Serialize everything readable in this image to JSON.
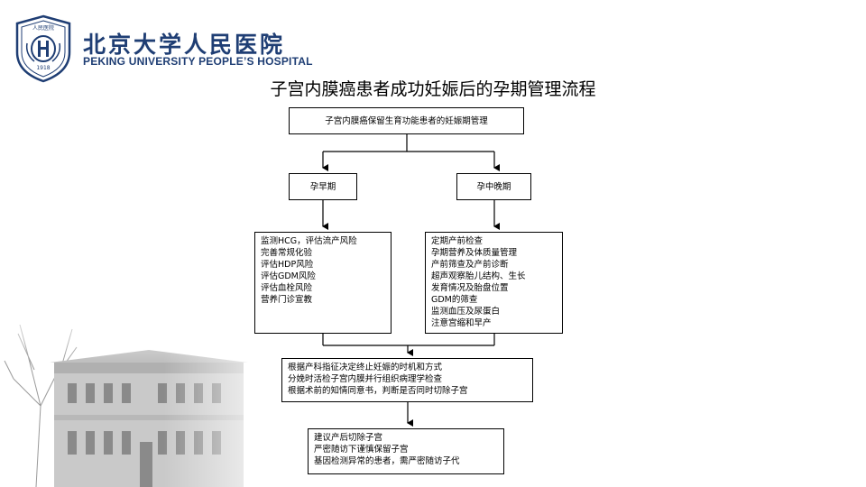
{
  "header": {
    "hospital_name_cn": "北京大学人民医院",
    "hospital_name_en": "PEKING UNIVERSITY PEOPLE’S HOSPITAL",
    "seal_top_text": "人民医院",
    "seal_year": "1918"
  },
  "title": "子宫内膜癌患者成功妊娠后的孕期管理流程",
  "flow": {
    "top": "子宫内膜癌保留生育功能患者的妊娠期管理",
    "early": {
      "label": "孕早期",
      "items": [
        "监测HCG，评估流产风险",
        "完善常规化验",
        "评估HDP风险",
        "评估GDM风险",
        "评估血栓风险",
        "营养门诊宣教"
      ]
    },
    "mid_late": {
      "label": "孕中晚期",
      "items": [
        "定期产前检查",
        "孕期营养及体质量管理",
        "产前筛查及产前诊断",
        "超声观察胎儿结构、生长",
        "发育情况及胎盘位置",
        "GDM的筛查",
        "监测血压及尿蛋白",
        "注意宫缩和早产"
      ]
    },
    "decision": [
      "根据产科指征决定终止妊娠的时机和方式",
      "分娩时活检子宫内膜并行组织病理学检查",
      "根据术前的知情同意书，判断是否同时切除子宫"
    ],
    "postpartum": [
      "建议产后切除子宫",
      "严密随访下谨慎保留子宫",
      "基因检测异常的患者，需严密随访子代"
    ]
  }
}
